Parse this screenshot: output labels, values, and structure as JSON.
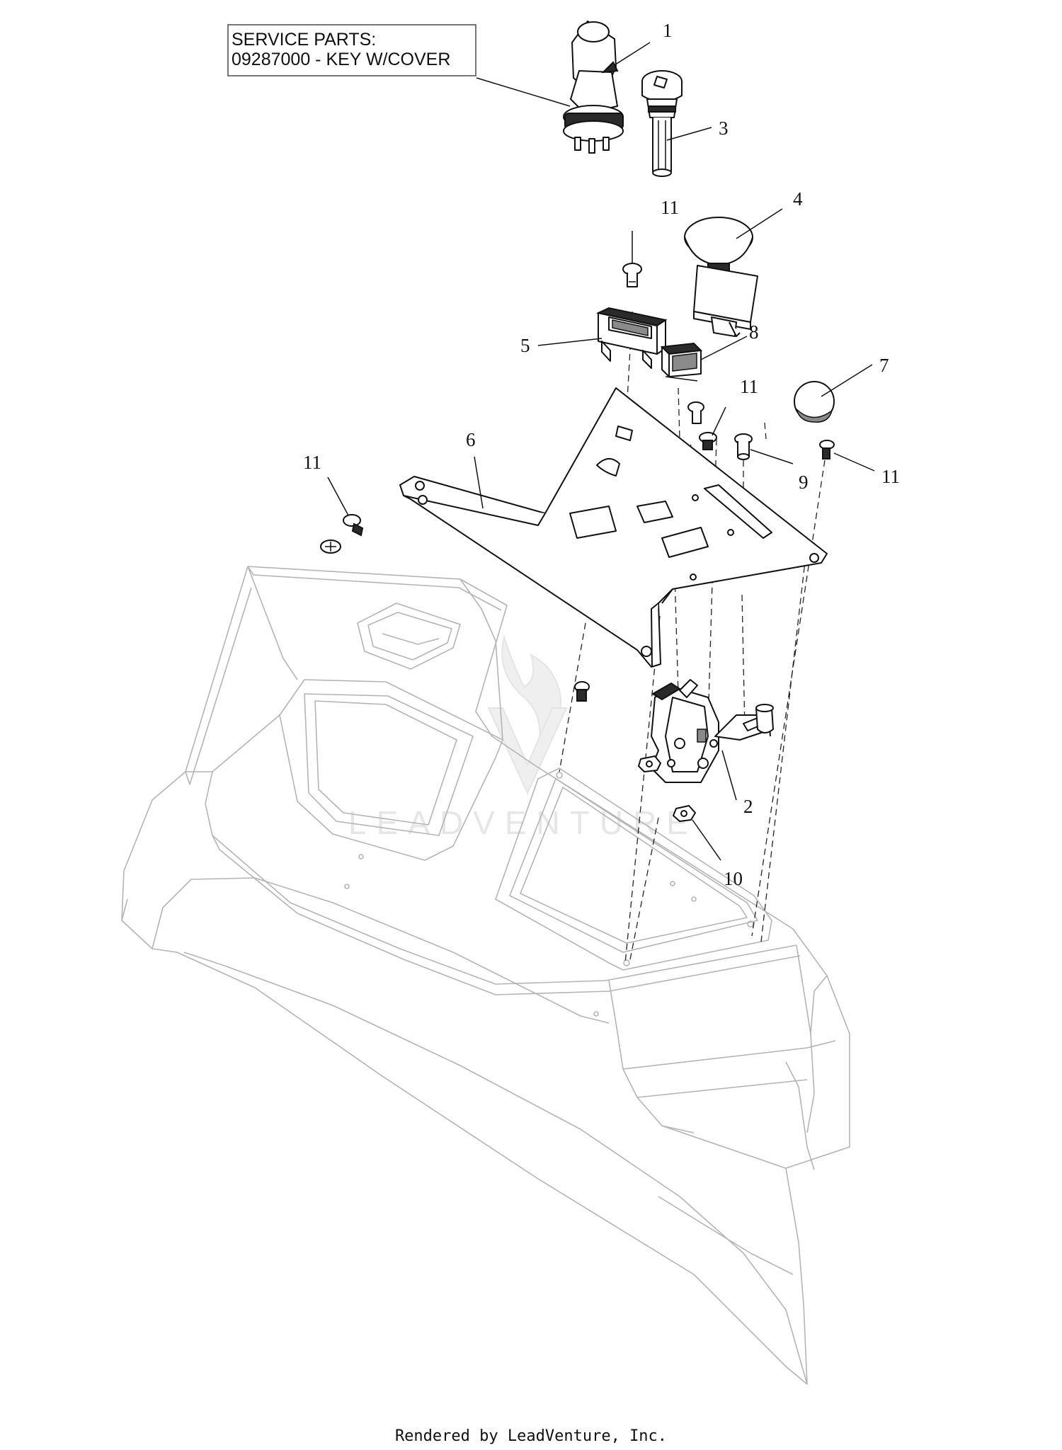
{
  "service_box": {
    "line1": "SERVICE PARTS:",
    "line2": "09287000 - KEY W/COVER"
  },
  "callouts": [
    "1",
    "2",
    "3",
    "4",
    "5",
    "6",
    "7",
    "8",
    "9",
    "10",
    "11",
    "11",
    "11",
    "11",
    "11"
  ],
  "watermark": "LEADVENTURE",
  "footer": "Rendered by LeadVenture, Inc."
}
